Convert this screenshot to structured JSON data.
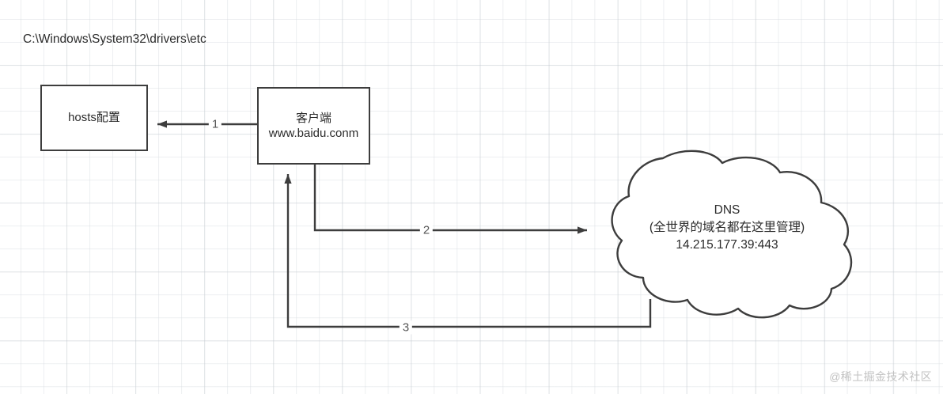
{
  "diagram": {
    "title_note": "C:\\Windows\\System32\\drivers\\etc",
    "nodes": {
      "hosts": {
        "label": "hosts配置"
      },
      "client": {
        "line1": "客户端",
        "line2": "www.baidu.conm"
      },
      "dns": {
        "line1": "DNS",
        "line2": "(全世界的域名都在这里管理)",
        "line3": "14.215.177.39:443"
      }
    },
    "edges": [
      {
        "id": "edge-1",
        "label": "1",
        "from": "client",
        "to": "hosts"
      },
      {
        "id": "edge-2",
        "label": "2",
        "from": "client",
        "to": "dns"
      },
      {
        "id": "edge-3",
        "label": "3",
        "from": "dns",
        "to": "client"
      }
    ],
    "colors": {
      "stroke": "#3d3d3d",
      "text": "#2b2b2b",
      "label": "#555555",
      "grid_minor": "#d6dbe0",
      "grid_major": "#bec4ca",
      "watermark": "#c2c2c2"
    },
    "watermark": "@稀土掘金技术社区"
  }
}
